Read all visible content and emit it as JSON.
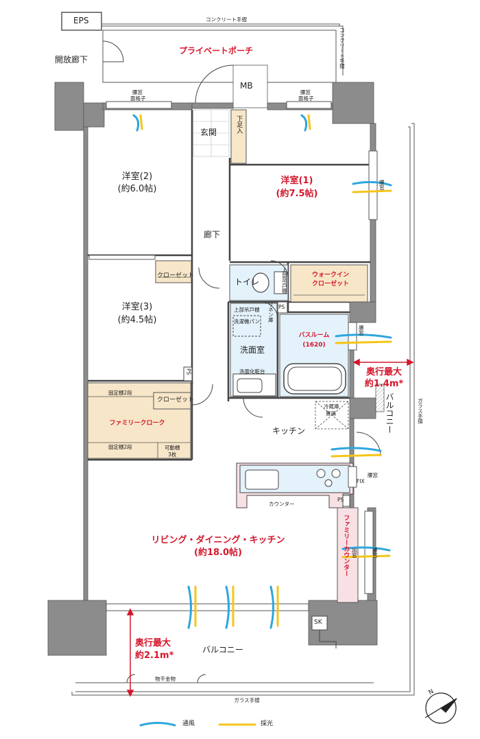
{
  "colors": {
    "wall": "#8c8c8c",
    "wall_dark": "#6e6e6e",
    "closet": "#f7e6c8",
    "wet": "#e4f2fb",
    "counter": "#f8e1e4",
    "accent": "#d4162b",
    "ventilation": "#2ea6dd",
    "daylight": "#f5c518"
  },
  "labels": {
    "eps": "EPS",
    "concrete_rail_top": "コンクリート手摺",
    "concrete_rail_right": "コンクリート手摺",
    "open_corridor": "開放廊下",
    "private_porch": "プライベートポーチ",
    "mb": "MB",
    "window_grille_left": "面格子",
    "window_grille_right": "面格子",
    "window_mark_left": "腰窓",
    "window_mark_right": "腰窓",
    "genkan": "玄関",
    "shoe_box": "下足入",
    "room2_name": "洋室(2)",
    "room2_size": "(約6.0帖)",
    "room1_name": "洋室(1)",
    "room1_size": "(約7.5帖)",
    "room1_window": "腰窓",
    "hallway": "廊下",
    "closet1": "クローゼット",
    "closet2": "クローゼット",
    "room3_name": "洋室(3)",
    "room3_size": "(約4.5帖)",
    "toilet": "トイレ",
    "toilet_cabinet": "上部吊戸棚",
    "wic_line1": "ウォークイン",
    "wic_line2": "クローゼット",
    "washroom_cabinet": "上部吊戸棚",
    "linen": "リネン庫",
    "washing_pan": "洗濯機パン",
    "ps1": "PS",
    "ps2": "PS",
    "ps3": "PS",
    "bath_name": "バスルーム",
    "bath_size": "(1620)",
    "bath_window": "腰窓",
    "washroom": "洗面室",
    "vanity": "洗面化粧台",
    "depth_east_line1": "奥行最大",
    "depth_east_line2": "約1.4m*",
    "balcony_east": "バルコニー",
    "glass_rail_right": "ガラス手摺",
    "fixed_shelf_top": "固定棚2段",
    "family_cloak": "ファミリークローク",
    "fixed_shelf_bottom": "固定棚2段",
    "movable_shelf_line1": "可動棚",
    "movable_shelf_line2": "3枚",
    "fridge_line1": "冷蔵庫",
    "fridge_line2": "置場",
    "kitchen": "キッチン",
    "fix_window": "FIX",
    "kitchen_window": "腰窓",
    "counter": "カウンター",
    "family_counter": "ファミリーカウンター",
    "ldk_name": "リビング・ダイニング・キッチン",
    "ldk_size": "(約18.0帖)",
    "exit_window": "出窓",
    "ldk_window": "腰窓",
    "sk": "SK",
    "depth_south_line1": "奥行最大",
    "depth_south_line2": "約2.1m*",
    "balcony_south": "バルコニー",
    "drying_hardware": "物干金物",
    "glass_rail_bottom": "ガラス手摺",
    "north": "N",
    "legend_ventilation": "通風",
    "legend_daylight": "採光"
  }
}
